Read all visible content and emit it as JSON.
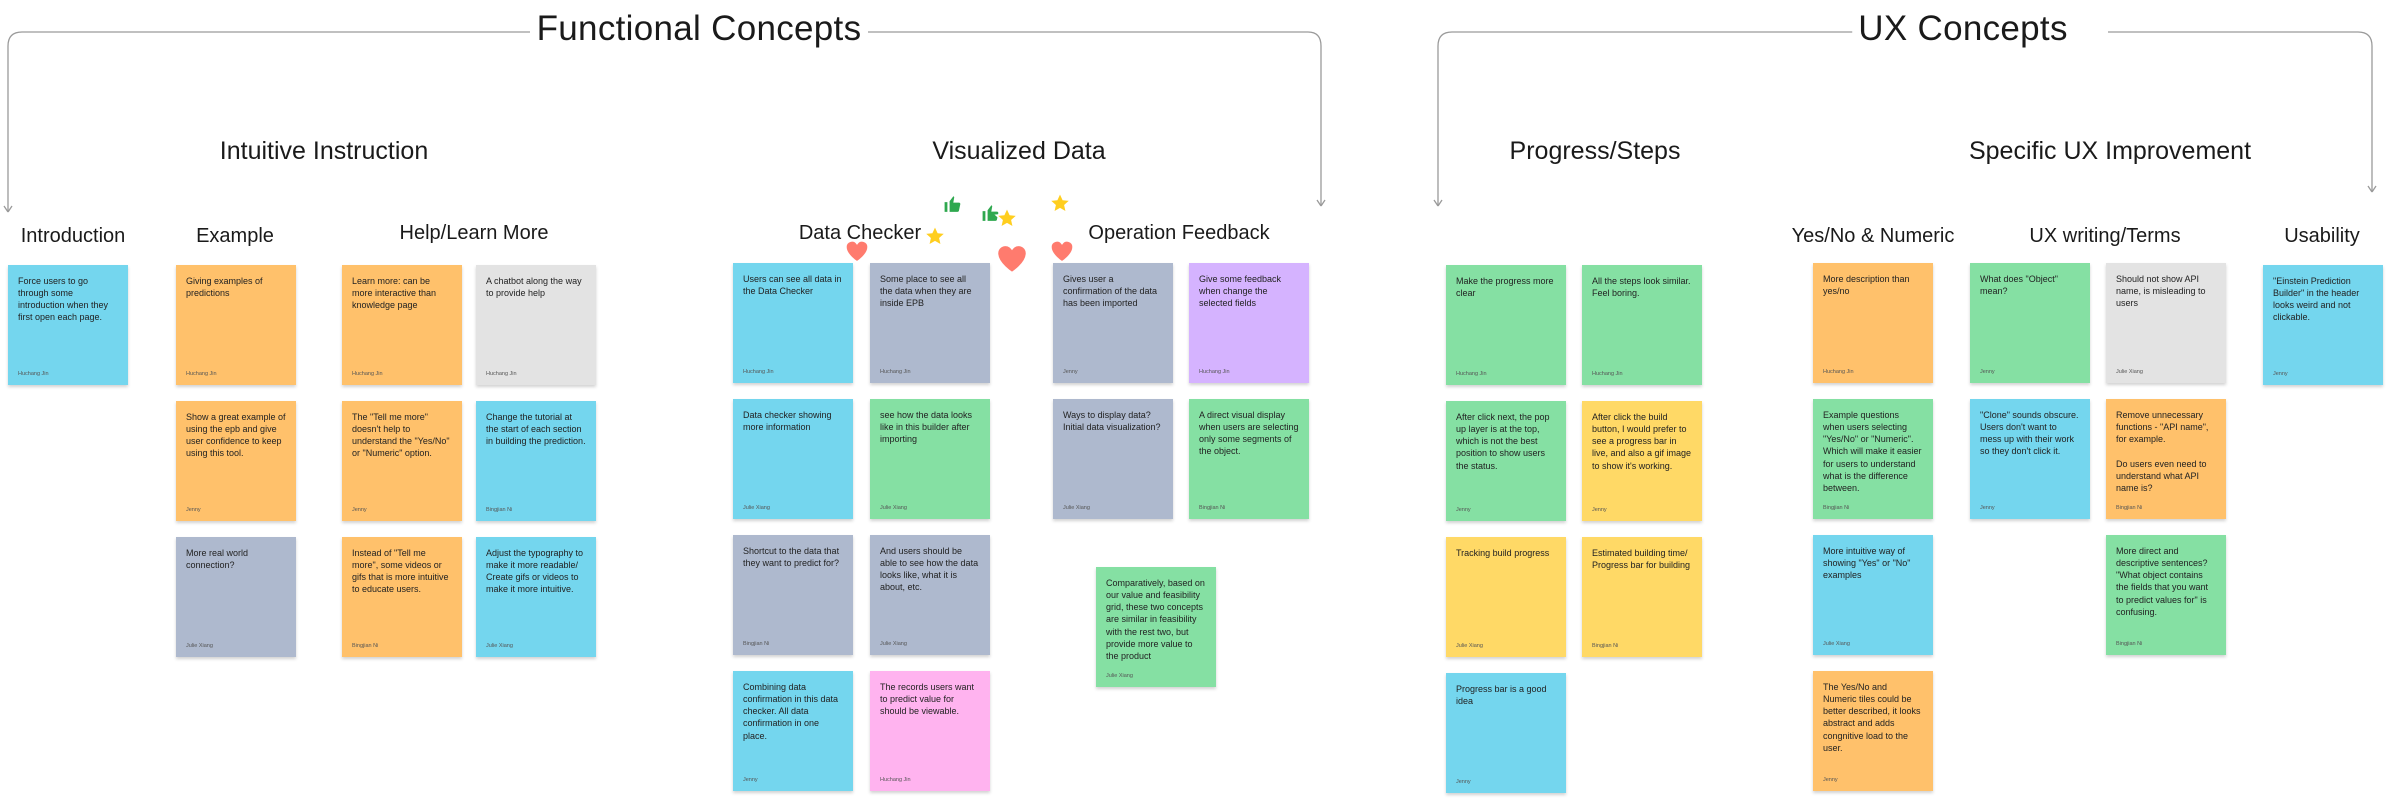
{
  "headings": {
    "functional": "Functional Concepts",
    "ux": "UX Concepts",
    "intuitive": "Intuitive Instruction",
    "visualized": "Visualized Data",
    "progress": "Progress/Steps",
    "specific": "Specific UX Improvement",
    "introduction": "Introduction",
    "example": "Example",
    "help": "Help/Learn More",
    "data_checker": "Data Checker",
    "operation_feedback": "Operation Feedback",
    "yes_no": "Yes/No & Numeric",
    "ux_writing": "UX writing/Terms",
    "usability": "Usability"
  },
  "notes": [
    {
      "text": "Force users to go through some introduction when they first open each page.",
      "author": "Huchang Jin",
      "color": "blue"
    },
    {
      "text": "Giving examples of predictions",
      "author": "Huchang Jin",
      "color": "orange"
    },
    {
      "text": "Show a great example of using the epb and give user confidence to keep using this tool.",
      "author": "Jenny",
      "color": "orange"
    },
    {
      "text": "More real world connection?",
      "author": "Julie Xiang",
      "color": "gray"
    },
    {
      "text": "Learn more: can be more interactive than knowledge page",
      "author": "Huchang Jin",
      "color": "orange"
    },
    {
      "text": "The \"Tell me more\" doesn't help to understand the \"Yes/No\" or \"Numeric\" option.",
      "author": "Jenny",
      "color": "orange"
    },
    {
      "text": "Instead of \"Tell me more\", some videos or gifs that is more intuitive to educate users.",
      "author": "Bingjian Ni",
      "color": "orange"
    },
    {
      "text": "A chatbot along the way to provide help",
      "author": "Huchang Jin",
      "color": "lgray"
    },
    {
      "text": "Change the tutorial at the start of each section in building the prediction.",
      "author": "Bingjian Ni",
      "color": "blue"
    },
    {
      "text": "Adjust the typography to make it more readable/ Create gifs or videos to make it more intuitive.",
      "author": "Julie Xiang",
      "color": "blue"
    },
    {
      "text": "Users can see all data in the Data Checker",
      "author": "Huchang Jin",
      "color": "blue"
    },
    {
      "text": "Data checker showing more information",
      "author": "Julie Xiang",
      "color": "blue"
    },
    {
      "text": "Shortcut to the data that they want to predict for?",
      "author": "Bingjian Ni",
      "color": "gray"
    },
    {
      "text": "Combining data confirmation in this data checker. All data confirmation in one place.",
      "author": "Jenny",
      "color": "blue"
    },
    {
      "text": "Some place to see all the data when they are inside EPB",
      "author": "Huchang Jin",
      "color": "gray"
    },
    {
      "text": "see how the data looks like in this builder after importing",
      "author": "Julie Xiang",
      "color": "green"
    },
    {
      "text": "And users should be able to see how the data looks like, what it is about, etc.",
      "author": "Julie Xiang",
      "color": "gray"
    },
    {
      "text": "The records users want to predict value for should be viewable.",
      "author": "Huchang Jin",
      "color": "pink"
    },
    {
      "text": "Gives user a confirmation of the data has been imported",
      "author": "Jenny",
      "color": "gray"
    },
    {
      "text": "Ways to display data? Initial data visualization?",
      "author": "Julie Xiang",
      "color": "gray"
    },
    {
      "text": "Give some feedback when change the selected fields",
      "author": "Huchang Jin",
      "color": "purple"
    },
    {
      "text": "A direct visual display when users are selecting only some segments of the object.",
      "author": "Bingjian Ni",
      "color": "green"
    },
    {
      "text": "Comparatively, based on our value and feasibility grid, these two concepts are similar in feasibility with the rest two, but provide more value to the product",
      "author": "Julie Xiang",
      "color": "green"
    },
    {
      "text": "Make the progress more clear",
      "author": "Huchang Jin",
      "color": "green"
    },
    {
      "text": "After click next, the pop up layer is at the top, which is not the best position to show users the status.",
      "author": "Jenny",
      "color": "green"
    },
    {
      "text": "Tracking build progress",
      "author": "Julie Xiang",
      "color": "yellow"
    },
    {
      "text": "Progress bar is a good idea",
      "author": "Jenny",
      "color": "blue"
    },
    {
      "text": "All the steps look similar. Feel boring.",
      "author": "Huchang Jin",
      "color": "green"
    },
    {
      "text": "After click the build button, I would prefer to see a progress bar in live, and also a gif image to show it's working.",
      "author": "Jenny",
      "color": "yellow"
    },
    {
      "text": "Estimated building time/ Progress bar for building",
      "author": "Bingjian Ni",
      "color": "yellow"
    },
    {
      "text": "More description than yes/no",
      "author": "Huchang Jin",
      "color": "orange"
    },
    {
      "text": "Example questions when users selecting \"Yes/No\" or \"Numeric\". Which will make it easier for users to understand what is the difference between.",
      "author": "Bingjian Ni",
      "color": "green"
    },
    {
      "text": "More intuitive way of showing \"Yes\" or \"No\" examples",
      "author": "Julie Xiang",
      "color": "blue"
    },
    {
      "text": "The Yes/No and Numeric tiles could be better described, it looks abstract and adds congnitive load to the user.",
      "author": "Jenny",
      "color": "orange"
    },
    {
      "text": "What does \"Object\" mean?",
      "author": "Jenny",
      "color": "green"
    },
    {
      "text": "\"Clone\" sounds obscure. Users don't want to mess up with their work so they don't click it.",
      "author": "Jenny",
      "color": "blue"
    },
    {
      "text": "Should not show API name, is misleading to users",
      "author": "Julie Xiang",
      "color": "lgray"
    },
    {
      "text": "Remove unnecessary functions - \"API name\", for example.\n\nDo users even need to understand what API name is?",
      "author": "Bingjian Ni",
      "color": "orange"
    },
    {
      "text": "More direct and descriptive sentences? \"What object contains the fields that you want to predict values for\" is confusing.",
      "author": "Bingjian Ni",
      "color": "green"
    },
    {
      "text": "\"Einstein Prediction Builder\" in the header looks weird and not clickable.",
      "author": "Jenny",
      "color": "blue"
    }
  ],
  "stickers": [
    {
      "icon": "thumbs-up-icon"
    },
    {
      "icon": "thumbs-up-icon"
    },
    {
      "icon": "star-icon"
    },
    {
      "icon": "star-icon"
    },
    {
      "icon": "star-icon"
    },
    {
      "icon": "heart-icon"
    },
    {
      "icon": "heart-icon"
    },
    {
      "icon": "heart-icon"
    }
  ],
  "colors": {
    "blue": "#74d6ee",
    "orange": "#ffc16b",
    "gray": "#aeb9ce",
    "lgray": "#e3e3e3",
    "green": "#85e0a3",
    "yellow": "#ffd966",
    "purple": "#d5b3ff",
    "pink": "#ffb3ef",
    "connector": "#9a9a9a"
  }
}
